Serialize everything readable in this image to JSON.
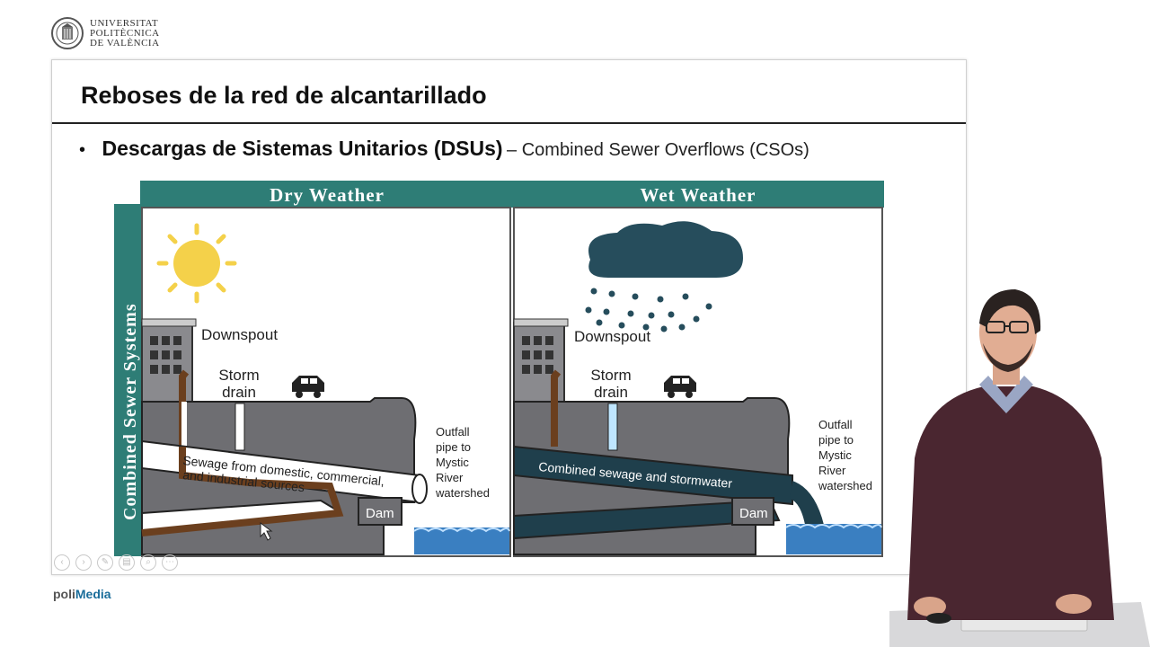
{
  "logo": {
    "line1": "UNIVERSITAT",
    "line2": "POLITÈCNICA",
    "line3": "DE VALÈNCIA"
  },
  "slide": {
    "title": "Reboses de la red de alcantarillado",
    "bullet_symbol": "•",
    "bullet_strong": "Descargas de Sistemas Unitarios (DSUs)",
    "bullet_dash": " – ",
    "bullet_light": "Combined Sewer Overflows (CSOs)"
  },
  "diagram": {
    "side_label": "Combined Sewer Systems",
    "dry": {
      "header": "Dry Weather",
      "downspout": "Downspout",
      "storm1": "Storm",
      "storm2": "drain",
      "sewage1": "Sewage from domestic, commercial,",
      "sewage2": "and industrial sources",
      "outfall1": "Outfall",
      "outfall2": "pipe to",
      "outfall3": "Mystic",
      "outfall4": "River",
      "outfall5": "watershed",
      "dam": "Dam"
    },
    "wet": {
      "header": "Wet Weather",
      "downspout": "Downspout",
      "storm1": "Storm",
      "storm2": "drain",
      "combined": "Combined sewage and stormwater",
      "outfall1": "Outfall",
      "outfall2": "pipe to",
      "outfall3": "Mystic",
      "outfall4": "River",
      "outfall5": "watershed",
      "dam": "Dam"
    },
    "colors": {
      "teal": "#2e7d76",
      "ground": "#6e6e72",
      "sewage": "#6b3f1e",
      "combined": "#1f3f4c",
      "water": "#3a7fc1",
      "sun": "#f4d14a"
    }
  },
  "nav_icons": [
    "prev-icon",
    "next-icon",
    "edit-icon",
    "slides-icon",
    "zoom-icon",
    "more-icon"
  ],
  "brand": {
    "part1": "poli",
    "part2": "Media"
  }
}
